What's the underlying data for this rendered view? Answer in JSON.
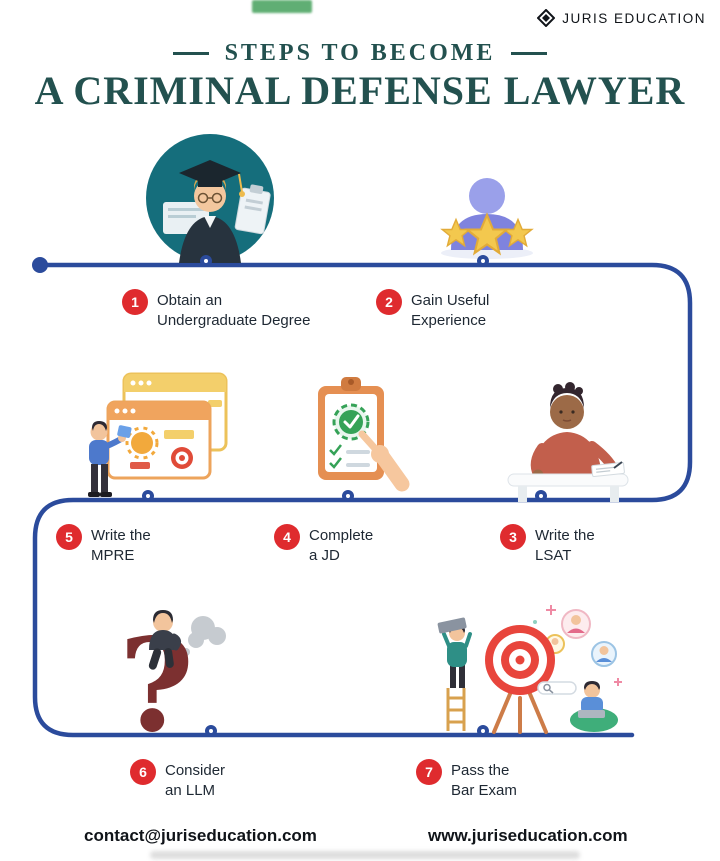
{
  "brand": {
    "name": "JURIS EDUCATION"
  },
  "header": {
    "kicker": "STEPS TO BECOME",
    "title": "A CRIMINAL DEFENSE LAWYER"
  },
  "steps": [
    {
      "number": "1",
      "line1": "Obtain an",
      "line2": "Undergraduate Degree"
    },
    {
      "number": "2",
      "line1": "Gain Useful",
      "line2": "Experience"
    },
    {
      "number": "3",
      "line1": "Write the",
      "line2": "LSAT"
    },
    {
      "number": "4",
      "line1": "Complete",
      "line2": "a JD"
    },
    {
      "number": "5",
      "line1": "Write the",
      "line2": "MPRE"
    },
    {
      "number": "6",
      "line1": "Consider",
      "line2": "an LLM"
    },
    {
      "number": "7",
      "line1": "Pass the",
      "line2": "Bar Exam"
    }
  ],
  "illustrations": {
    "question_mark": "?"
  },
  "footer": {
    "email": "contact@juriseducation.com",
    "website": "www.juriseducation.com"
  },
  "colors": {
    "path_blue": "#2b4b9c",
    "badge_red": "#df2b2e",
    "title_teal": "#23514f"
  }
}
